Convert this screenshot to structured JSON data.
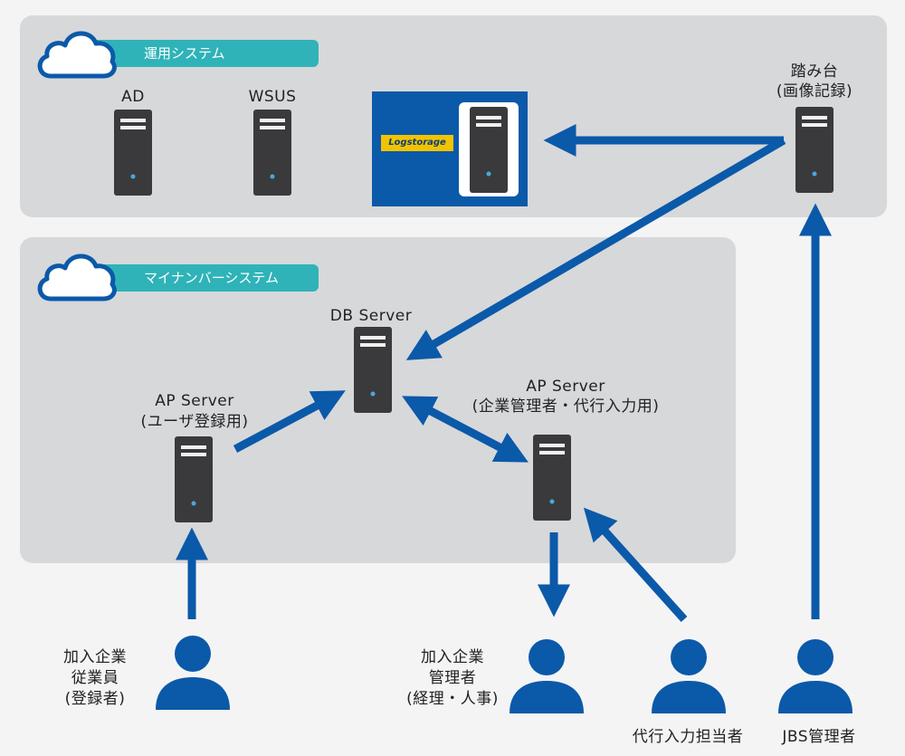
{
  "groups": {
    "ops_system": "運用システム",
    "mynumber_system": "マイナンバーシステム"
  },
  "servers": {
    "ad": "AD",
    "wsus": "WSUS",
    "logstorage": "Logstorage",
    "jump_line1": "踏み台",
    "jump_line2": "(画像記録)",
    "db": "DB Server",
    "ap_user_line1": "AP Server",
    "ap_user_line2": "(ユーザ登録用)",
    "ap_admin_line1": "AP Server",
    "ap_admin_line2": "(企業管理者・代行入力用)"
  },
  "people": {
    "employee": [
      "加入企業",
      "従業員",
      "(登録者)"
    ],
    "company_admin": [
      "加入企業",
      "管理者",
      "(経理・人事)"
    ],
    "proxy": "代行入力担当者",
    "jbs_admin": "JBS管理者"
  },
  "colors": {
    "arrow": "#0b59a9",
    "tag": "#2fb3b8",
    "panel": "#d7d8da",
    "server": "#3a3a3c"
  }
}
